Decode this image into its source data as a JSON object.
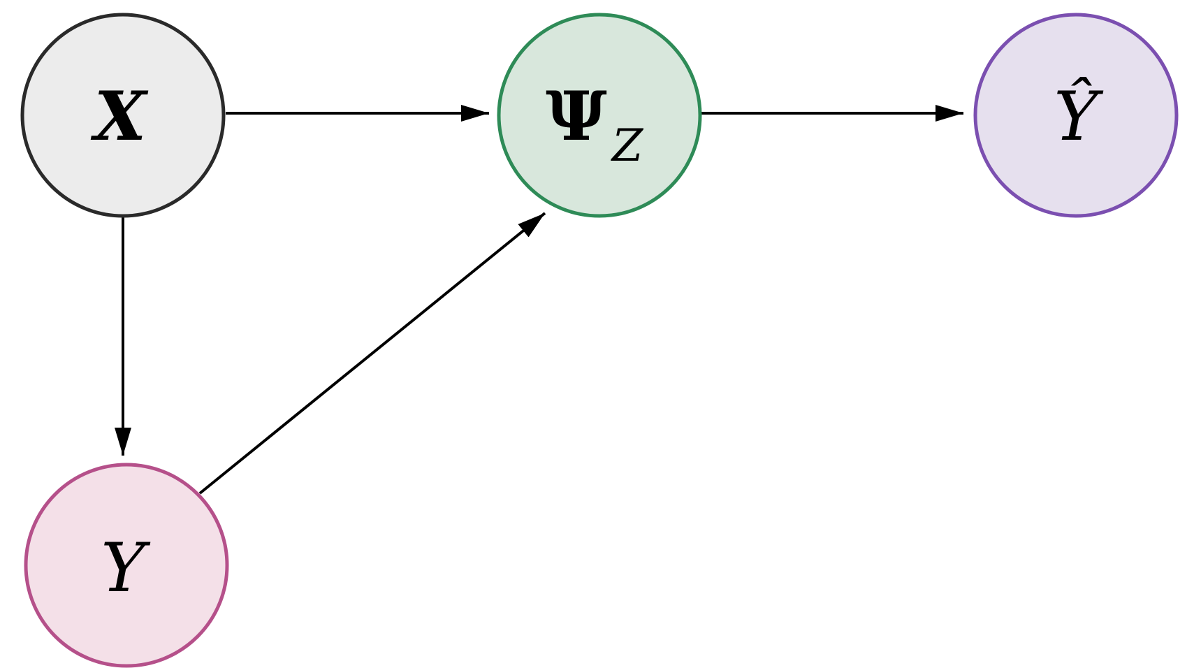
{
  "nodes": {
    "x": {
      "label": "X",
      "fill": "#ececec",
      "stroke": "#2a2a2a"
    },
    "psi": {
      "label": "Ψ",
      "subscript": "Z",
      "fill": "#d8e7dc",
      "stroke": "#2e8b57"
    },
    "y": {
      "label": "Y",
      "fill": "#f4e0e8",
      "stroke": "#b5508a"
    },
    "yhat": {
      "label": "Ŷ",
      "fill": "#e6e0ee",
      "stroke": "#7b4fb0"
    }
  },
  "edges": [
    {
      "from": "x",
      "to": "psi"
    },
    {
      "from": "psi",
      "to": "yhat"
    },
    {
      "from": "x",
      "to": "y"
    },
    {
      "from": "y",
      "to": "psi"
    }
  ],
  "colors": {
    "edge": "#000000",
    "background": "#ffffff"
  }
}
